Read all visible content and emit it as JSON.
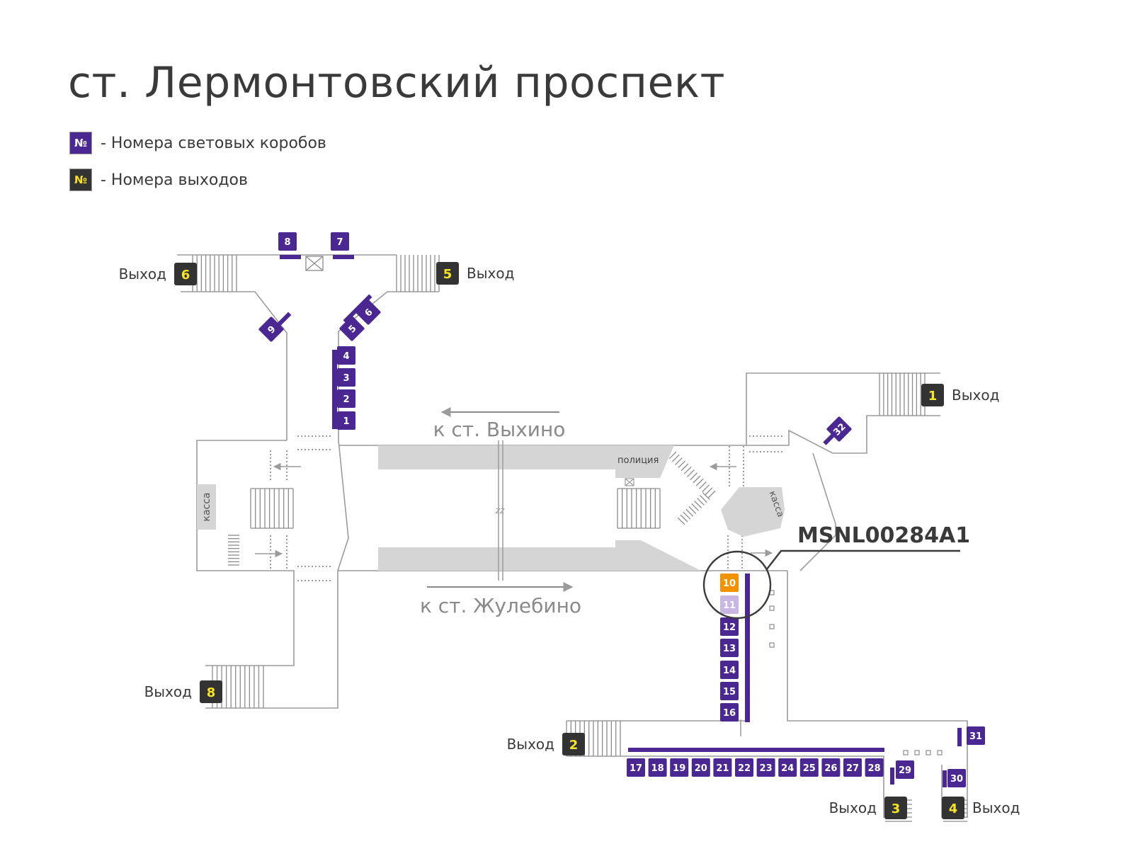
{
  "title": "ст. Лермонтовский проспект",
  "colors": {
    "lightbox": "#4b2891",
    "exit": "#333333",
    "exit_text": "#f7e32a",
    "highlight": "#f39200",
    "highlight_faded": "#c8b7e3",
    "wall": "#9b9b9b",
    "track": "#d5d5d5",
    "text": "#3a3a3a",
    "direction_text": "#8a8a8a"
  },
  "legend": [
    {
      "symbol": "№",
      "text": "- Номера световых коробов",
      "kind": "lightbox"
    },
    {
      "symbol": "№",
      "text": "- Номера выходов",
      "kind": "exit"
    }
  ],
  "exits": [
    {
      "num": "1",
      "label": "Выход",
      "side": "right"
    },
    {
      "num": "2",
      "label": "Выход",
      "side": "left"
    },
    {
      "num": "3",
      "label": "Выход",
      "side": "left"
    },
    {
      "num": "4",
      "label": "Выход",
      "side": "right"
    },
    {
      "num": "5",
      "label": "Выход",
      "side": "right"
    },
    {
      "num": "6",
      "label": "Выход",
      "side": "left"
    },
    {
      "num": "8",
      "label": "Выход",
      "side": "left"
    }
  ],
  "lightboxes": [
    "1",
    "2",
    "3",
    "4",
    "5",
    "6",
    "7",
    "8",
    "9",
    "10",
    "11",
    "12",
    "13",
    "14",
    "15",
    "16",
    "17",
    "18",
    "19",
    "20",
    "21",
    "22",
    "23",
    "24",
    "25",
    "26",
    "27",
    "28",
    "29",
    "30",
    "31",
    "32"
  ],
  "highlighted_box": "10",
  "faded_box": "11",
  "callout_id": "MSNL00284A1",
  "directions": [
    "к ст. Выхино",
    "к ст. Жулебино"
  ],
  "rooms": {
    "kassa": "касса",
    "police": "полиция",
    "track_mark": "zz"
  }
}
